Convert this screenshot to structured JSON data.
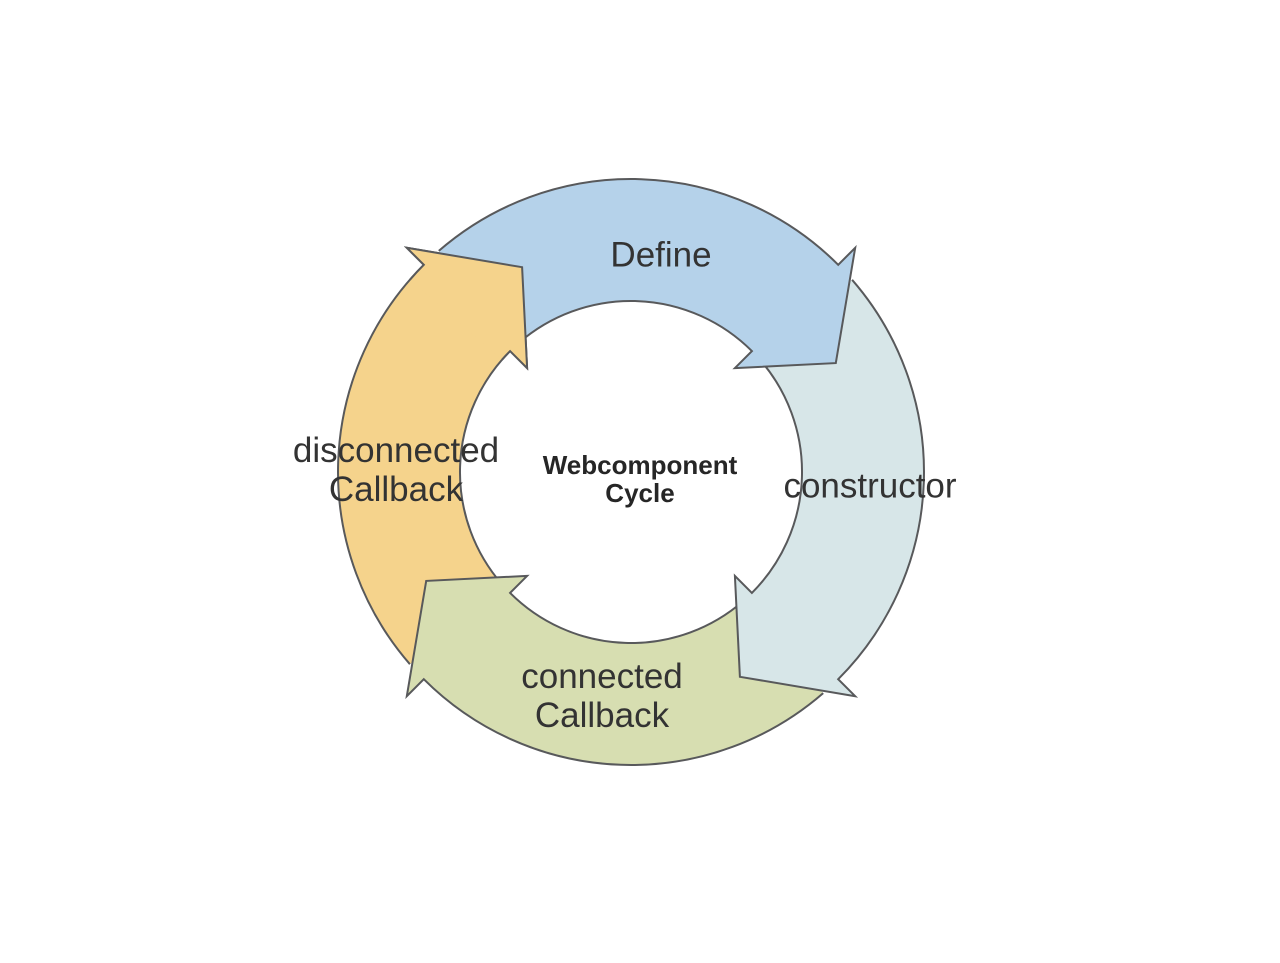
{
  "page": {
    "background": "#ffffff"
  },
  "diagram": {
    "type": "cycle",
    "direction": "clockwise",
    "title": "Webcomponent\nCycle",
    "stroke_color": "#58595b",
    "label_color": "#333333",
    "title_color": "#262626",
    "segments": [
      {
        "id": "define",
        "label": "Define",
        "fill": "#b5d2ea"
      },
      {
        "id": "constructor",
        "label": "constructor",
        "fill": "#d7e6e8"
      },
      {
        "id": "connected-callback",
        "label": "connected\nCallback",
        "fill": "#d7deb1"
      },
      {
        "id": "disconnected-callback",
        "label": "disconnected\nCallback",
        "fill": "#f5d38c"
      }
    ]
  }
}
